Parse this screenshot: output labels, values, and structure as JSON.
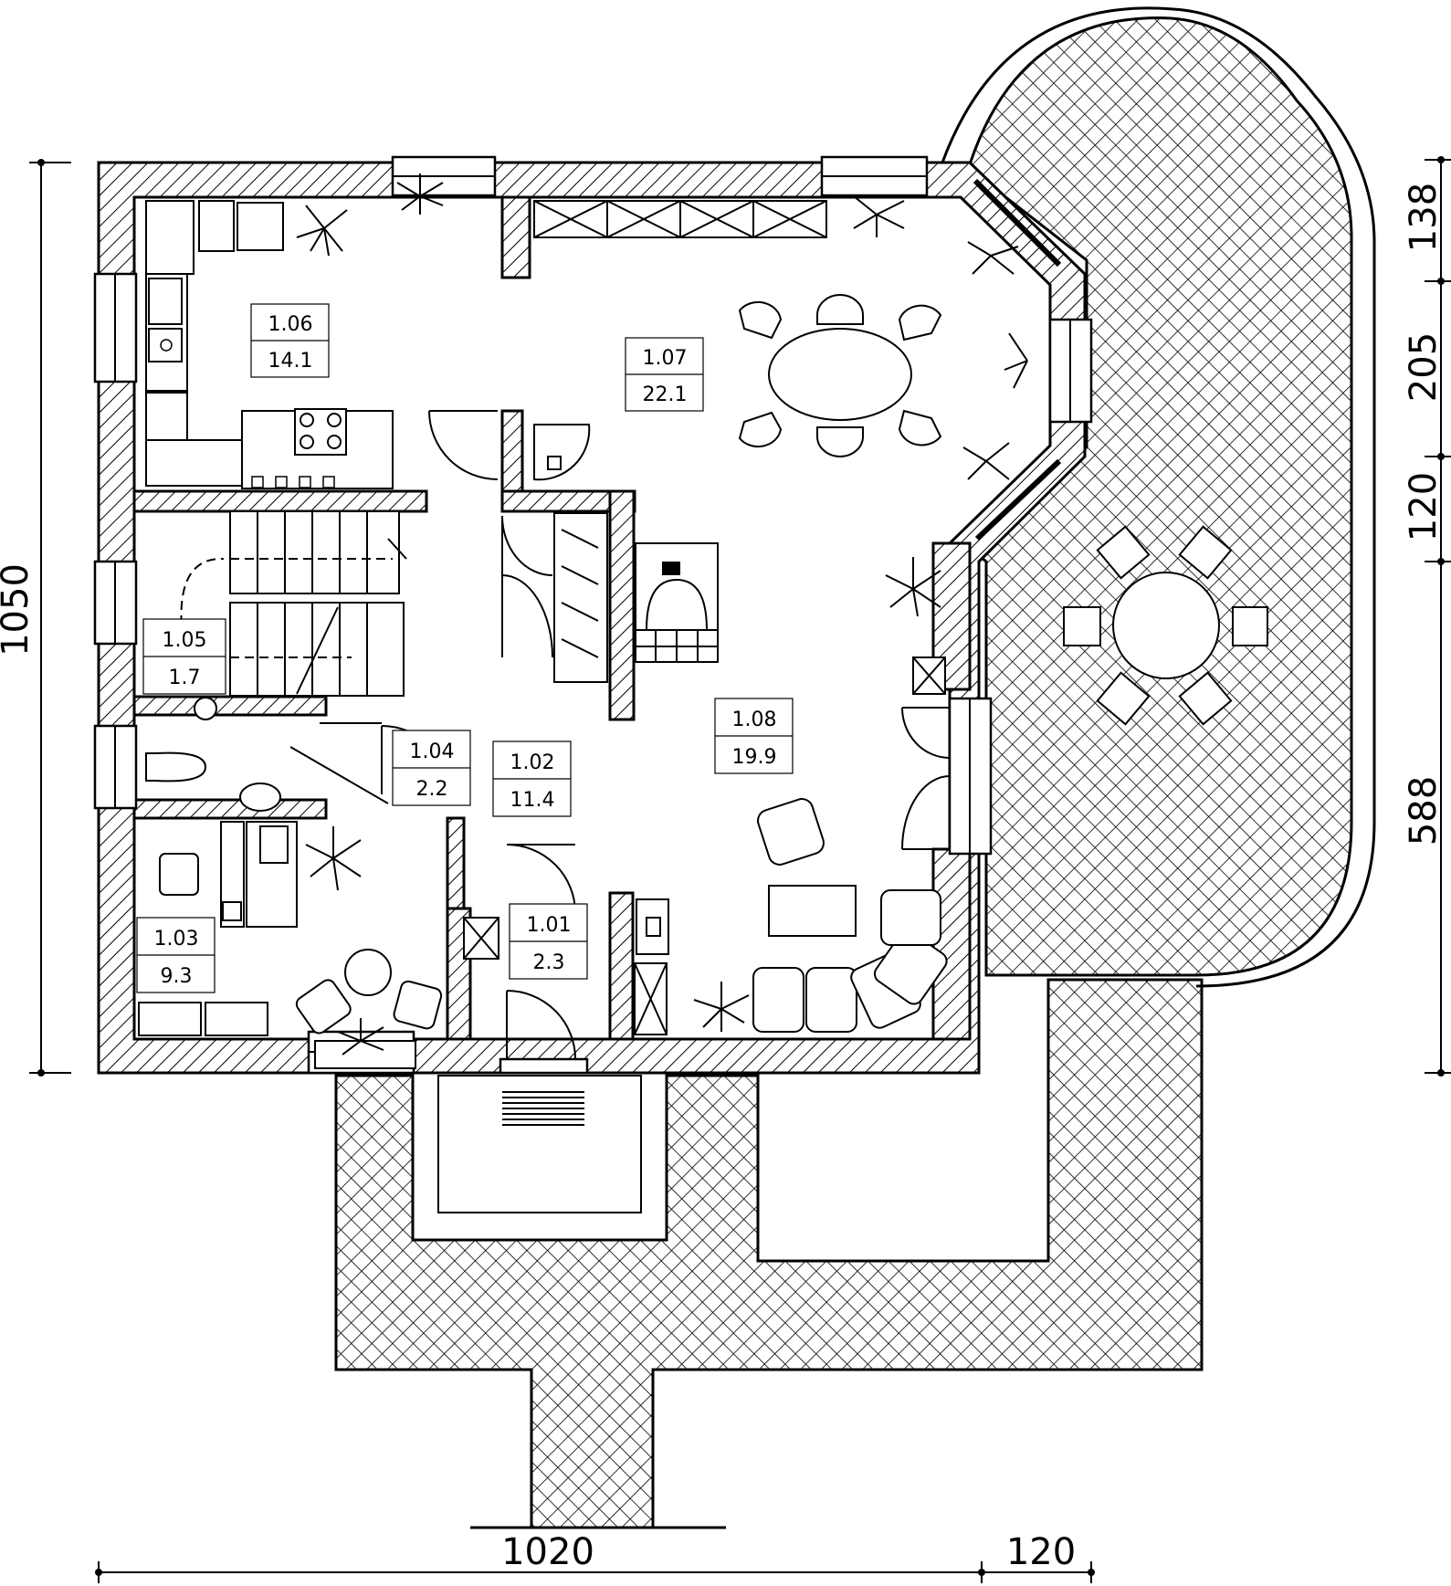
{
  "rooms": [
    {
      "id": "1.01",
      "area": "2.3"
    },
    {
      "id": "1.02",
      "area": "11.4"
    },
    {
      "id": "1.03",
      "area": "9.3"
    },
    {
      "id": "1.04",
      "area": "2.2"
    },
    {
      "id": "1.05",
      "area": "1.7"
    },
    {
      "id": "1.06",
      "area": "14.1"
    },
    {
      "id": "1.07",
      "area": "22.1"
    },
    {
      "id": "1.08",
      "area": "19.9"
    }
  ],
  "dimensions": {
    "height_total": "1050",
    "width_main": "1020",
    "width_extra": "120",
    "right_segments": [
      "138",
      "205",
      "120",
      "588"
    ]
  }
}
